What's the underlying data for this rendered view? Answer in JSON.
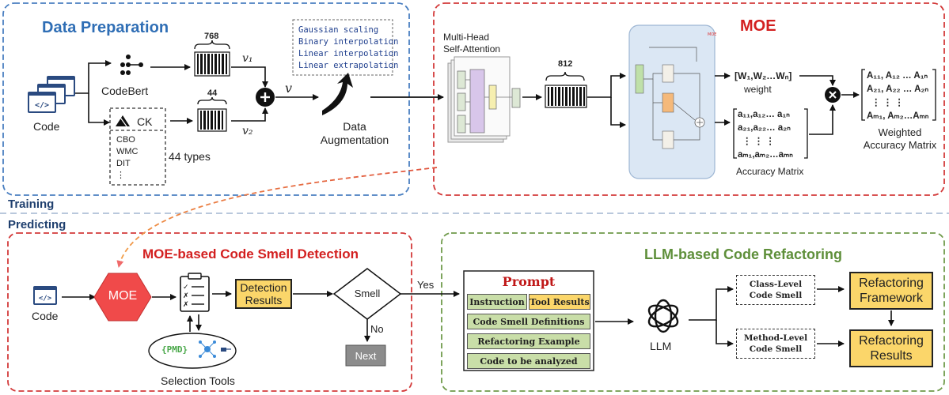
{
  "sections": {
    "data_prep": "Data Preparation",
    "moe": "MOE",
    "smell_detection": "MOE-based Code Smell Detection",
    "refactoring": "LLM-based Code Refactoring"
  },
  "phases": {
    "training": "Training",
    "predicting": "Predicting"
  },
  "data_prep": {
    "code_label": "Code",
    "codebert_label": "CodeBert",
    "ck_label": "CK",
    "metrics": [
      "CBO",
      "WMC",
      "DIT",
      "⋮"
    ],
    "types_label": "44 types",
    "dim_768": "768",
    "dim_44": "44",
    "v1": "v₁",
    "v2": "v₂",
    "v": "v",
    "aug_methods": [
      "Gaussian scaling",
      "Binary interpolation",
      "Linear interpolation",
      "Linear extrapolation"
    ],
    "aug_label_1": "Data",
    "aug_label_2": "Augmentation"
  },
  "moe_section": {
    "mhsa_label_1": "Multi-Head",
    "mhsa_label_2": "Self-Attention",
    "dim_812": "812",
    "weight_vector": "[W₁,W₂…Wₙ]",
    "weight_label": "weight",
    "acc_rows": [
      "a₁₁,a₁₂… a₁ₙ",
      "a₂₁,a₂₂… a₂ₙ",
      "⋮      ⋮       ⋮",
      "aₘ₁,aₘ₂…aₘₙ"
    ],
    "acc_label": "Accuracy Matrix",
    "wacc_rows": [
      "A₁₁, A₁₂ … A₁ₙ",
      "A₂₁, A₂₂ … A₂ₙ",
      "⋮       ⋮        ⋮",
      "Aₘ₁, Aₘ₂…Aₘₙ"
    ],
    "wacc_label_1": "Weighted",
    "wacc_label_2": "Accuracy Matrix"
  },
  "detection": {
    "code_label": "Code",
    "moe_label": "MOE",
    "results_label_1": "Detection",
    "results_label_2": "Results",
    "smell_label": "Smell",
    "yes_label": "Yes",
    "no_label": "No",
    "next_label": "Next",
    "pmd_label": "{PMD}",
    "tools_label": "Selection Tools"
  },
  "refactoring_section": {
    "prompt_title": "Prompt",
    "instruction": "Instruction",
    "tool_results": "Tool Results",
    "definitions": "Code Smell Definitions",
    "example": "Refactoring Example",
    "to_analyze": "Code to be analyzed",
    "llm_label": "LLM",
    "class_level_1": "Class-Level",
    "class_level_2": "Code Smell",
    "method_level_1": "Method-Level",
    "method_level_2": "Code Smell",
    "framework_1": "Refactoring",
    "framework_2": "Framework",
    "results_1": "Refactoring",
    "results_2": "Results"
  },
  "colors": {
    "blue_border": "#4a7fc1",
    "red_border": "#d33a3a",
    "green_border": "#6f9a4a",
    "title_blue": "#2f6eb5",
    "title_red": "#d32020",
    "title_green": "#5e8f3a",
    "yellow": "#fbd66a",
    "moe_hex": "#f04a4a"
  }
}
